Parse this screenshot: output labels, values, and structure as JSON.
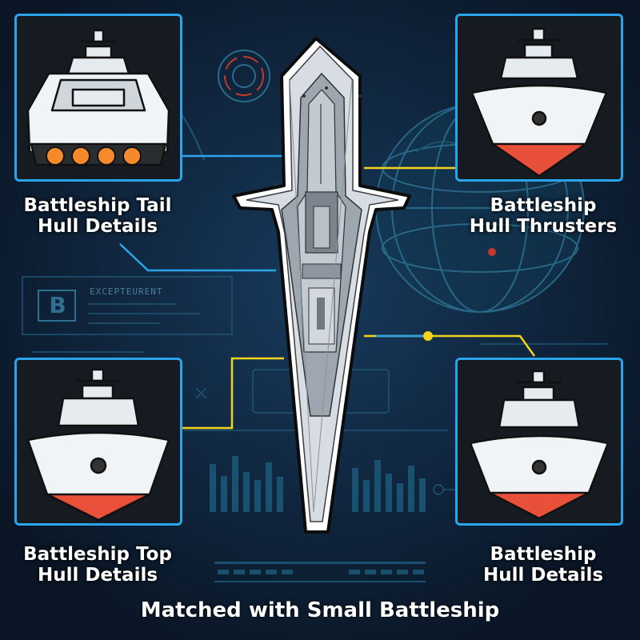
{
  "panels": [
    {
      "label_line1": "Battleship Tail",
      "label_line2": "Hull Details"
    },
    {
      "label_line1": "Battleship",
      "label_line2": "Hull Thrusters"
    },
    {
      "label_line1": "Battleship Top",
      "label_line2": "Hull Details"
    },
    {
      "label_line1": "Battleship",
      "label_line2": "Hull Details"
    }
  ],
  "hud": {
    "text": "EXCEPTEURENT",
    "letter": "B"
  },
  "footer": {
    "title": "Matched with Small Battleship"
  },
  "colors": {
    "frame": "#2aa4ea",
    "connector_blue": "#2aa4ea",
    "connector_yellow": "#f2d41c",
    "hull_red": "#e8503a",
    "thruster_orange": "#f58a2a",
    "background": "#0b1a2c"
  }
}
